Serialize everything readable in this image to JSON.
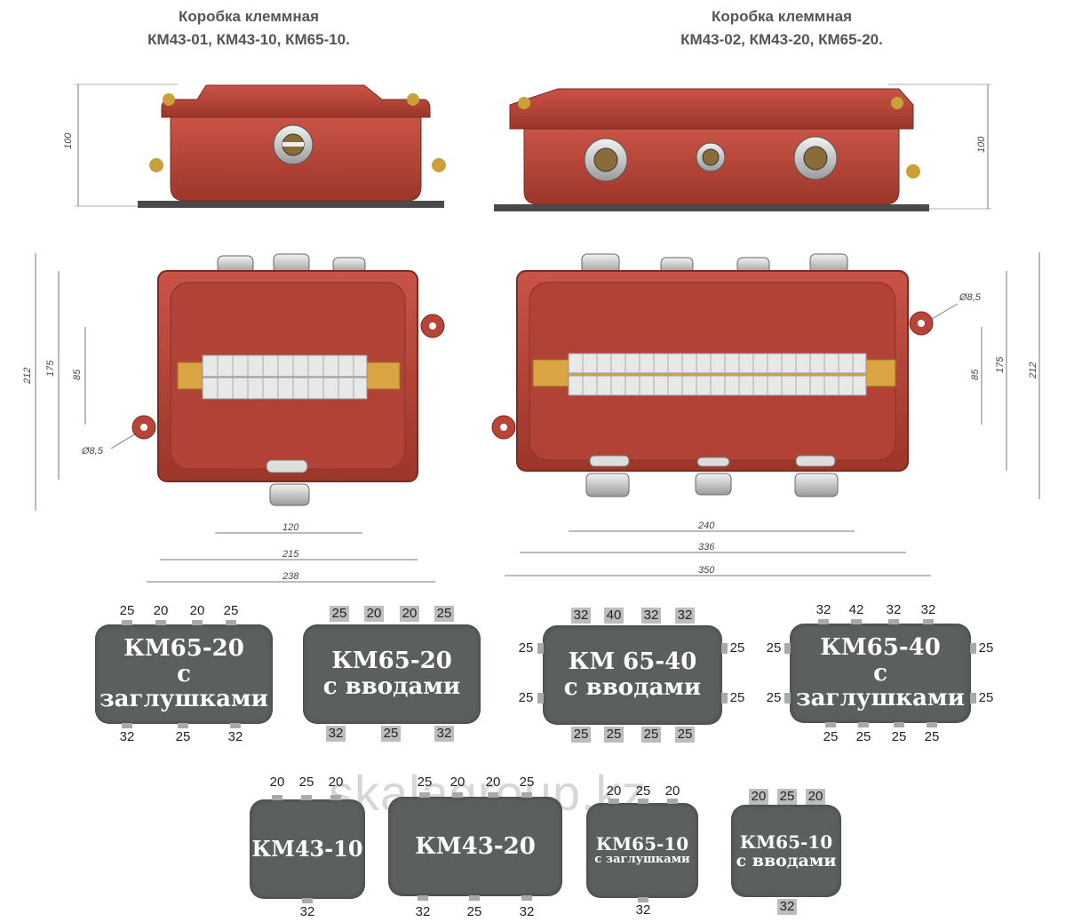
{
  "titles": {
    "left": {
      "line1": "Коробка клеммная",
      "line2": "КМ43-01, КМ43-10, КМ65-10."
    },
    "right": {
      "line1": "Коробка клеммная",
      "line2": "КМ43-02, КМ43-20, КМ65-20."
    }
  },
  "dimensions": {
    "left_side_height": "100",
    "right_side_height": "100",
    "left_top": {
      "h212": "212",
      "h175": "175",
      "h85": "85",
      "hole": "Ø8,5",
      "w120": "120",
      "w215": "215",
      "w238": "238"
    },
    "right_top": {
      "h212": "212",
      "h175": "175",
      "h85": "85",
      "hole": "Ø8,5",
      "w240": "240",
      "w336": "336",
      "w350": "350"
    }
  },
  "boxes": [
    {
      "name": "KM65-20-zaglushki",
      "line1": "КМ65-20",
      "line2": "с заглушками",
      "top": [
        "25",
        "20",
        "20",
        "25"
      ],
      "bottom": [
        "32",
        "25",
        "32"
      ]
    },
    {
      "name": "KM65-20-vvody",
      "line1": "КМ65-20",
      "line2": "с вводами",
      "top": [
        "25",
        "20",
        "20",
        "25"
      ],
      "bottom": [
        "32",
        "25",
        "32"
      ]
    },
    {
      "name": "KM65-40-vvody",
      "line1": "КМ 65-40",
      "line2": "с вводами",
      "top": [
        "32",
        "40",
        "32",
        "32"
      ],
      "bottom": [
        "25",
        "25",
        "25",
        "25"
      ],
      "left": [
        "25",
        "25"
      ],
      "right": [
        "25",
        "25"
      ]
    },
    {
      "name": "KM65-40-zaglushki",
      "line1": "КМ65-40",
      "line2": "с заглушками",
      "top": [
        "32",
        "42",
        "32",
        "32"
      ],
      "bottom": [
        "25",
        "25",
        "25",
        "25"
      ],
      "left": [
        "25",
        "25"
      ],
      "right": [
        "25",
        "25"
      ]
    },
    {
      "name": "KM43-10",
      "line1": "КМ43-10",
      "top": [
        "20",
        "25",
        "20"
      ],
      "bottom": [
        "32"
      ]
    },
    {
      "name": "KM43-20",
      "line1": "КМ43-20",
      "top": [
        "25",
        "20",
        "20",
        "25"
      ],
      "bottom": [
        "32",
        "25",
        "32"
      ]
    },
    {
      "name": "KM65-10-zaglushki",
      "line1": "КМ65-10",
      "line2": "с заглушками",
      "top": [
        "20",
        "25",
        "20"
      ],
      "bottom": [
        "32"
      ]
    },
    {
      "name": "KM65-10-vvody",
      "line1": "КМ65-10",
      "line2": "с вводами",
      "top": [
        "20",
        "25",
        "20"
      ],
      "bottom": [
        "32"
      ]
    }
  ],
  "watermark": "skalagroup.kz",
  "colors": {
    "housing": "#b8453a",
    "housing_dark": "#8e2f27",
    "box_gray": "#5b5f60",
    "terminal": "#e8e8e8",
    "rail": "#d9a441"
  }
}
